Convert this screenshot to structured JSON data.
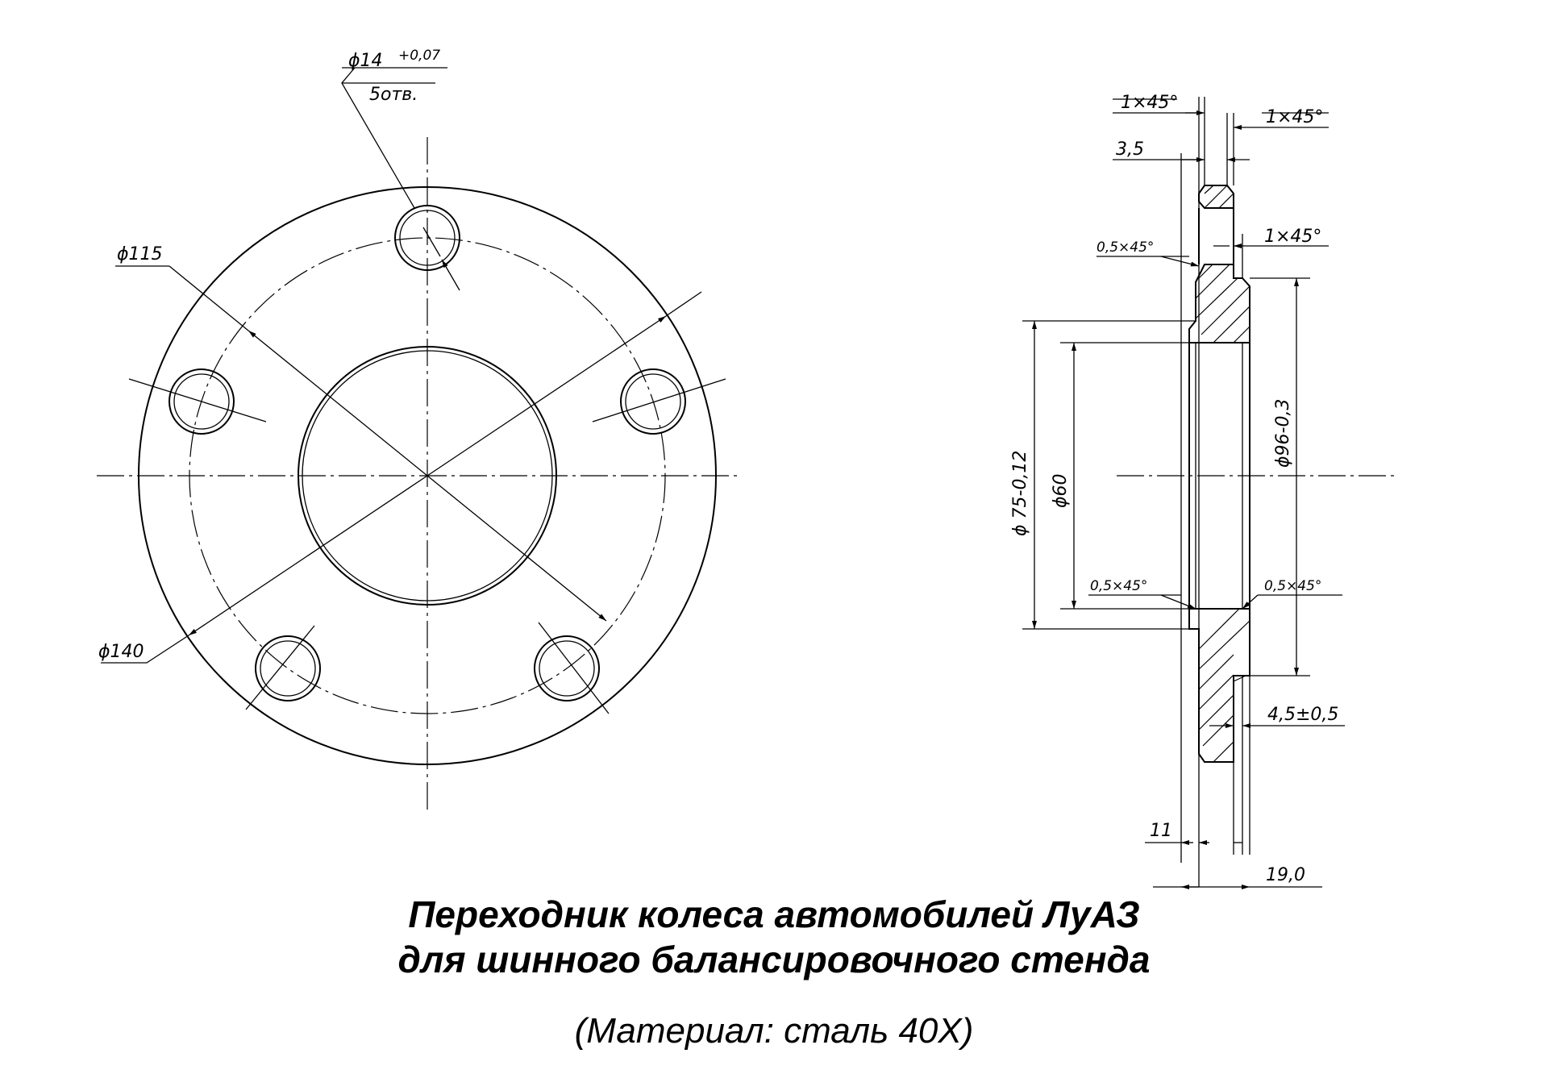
{
  "front_view": {
    "labels": {
      "hole_dia": "ϕ14",
      "hole_tol": "+0,07",
      "hole_count": "5отв.",
      "pcd": "ϕ115",
      "outer": "ϕ140"
    }
  },
  "section_view": {
    "labels": {
      "chamfer_top_left": "1×45°",
      "chamfer_top_right": "1×45°",
      "offset_3_5": "3,5",
      "chamfer_hub_left": "0,5×45°",
      "chamfer_hub_right": "1×45°",
      "dia_75": "ϕ 75-0,12",
      "dia_60": "ϕ60",
      "dia_96": "ϕ96-0,3",
      "chamfer_bore_left": "0,5×45°",
      "chamfer_bore_right": "0,5×45°",
      "flange_thk": "4,5±0,5",
      "dim_11": "11",
      "dim_19": "19,0"
    }
  },
  "title": {
    "line1": "Переходник колеса автомобилей ЛуАЗ",
    "line2": "для шинного балансировочного стенда",
    "material": "(Материал: сталь 40Х)"
  }
}
